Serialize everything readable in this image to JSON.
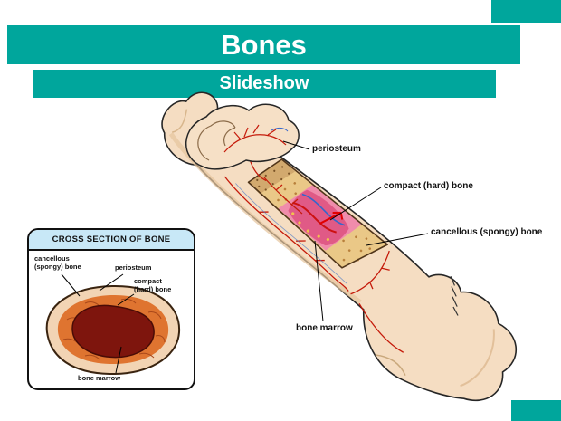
{
  "header": {
    "title": "Bones",
    "subtitle": "Slideshow"
  },
  "colors": {
    "accent_teal": "#00A69C",
    "inset_header_bg": "#C8E8F7",
    "bone_fill": "#F5DDC2",
    "marrow_pink": "#F08CAB",
    "marrow_dark_red": "#7E150D",
    "compact_orange": "#DF7430",
    "vessel_red": "#C51A0A",
    "vessel_blue": "#3566CC"
  },
  "diagram": {
    "labels": {
      "periosteum": "periosteum",
      "compact": "compact (hard) bone",
      "cancellous": "cancellous (spongy) bone",
      "marrow": "bone marrow"
    }
  },
  "inset": {
    "title": "CROSS SECTION OF BONE",
    "labels": {
      "cancellous1": "cancellous",
      "cancellous2": "(spongy) bone",
      "periosteum": "periosteum",
      "compact1": "compact",
      "compact2": "(hard) bone",
      "marrow": "bone marrow"
    }
  }
}
